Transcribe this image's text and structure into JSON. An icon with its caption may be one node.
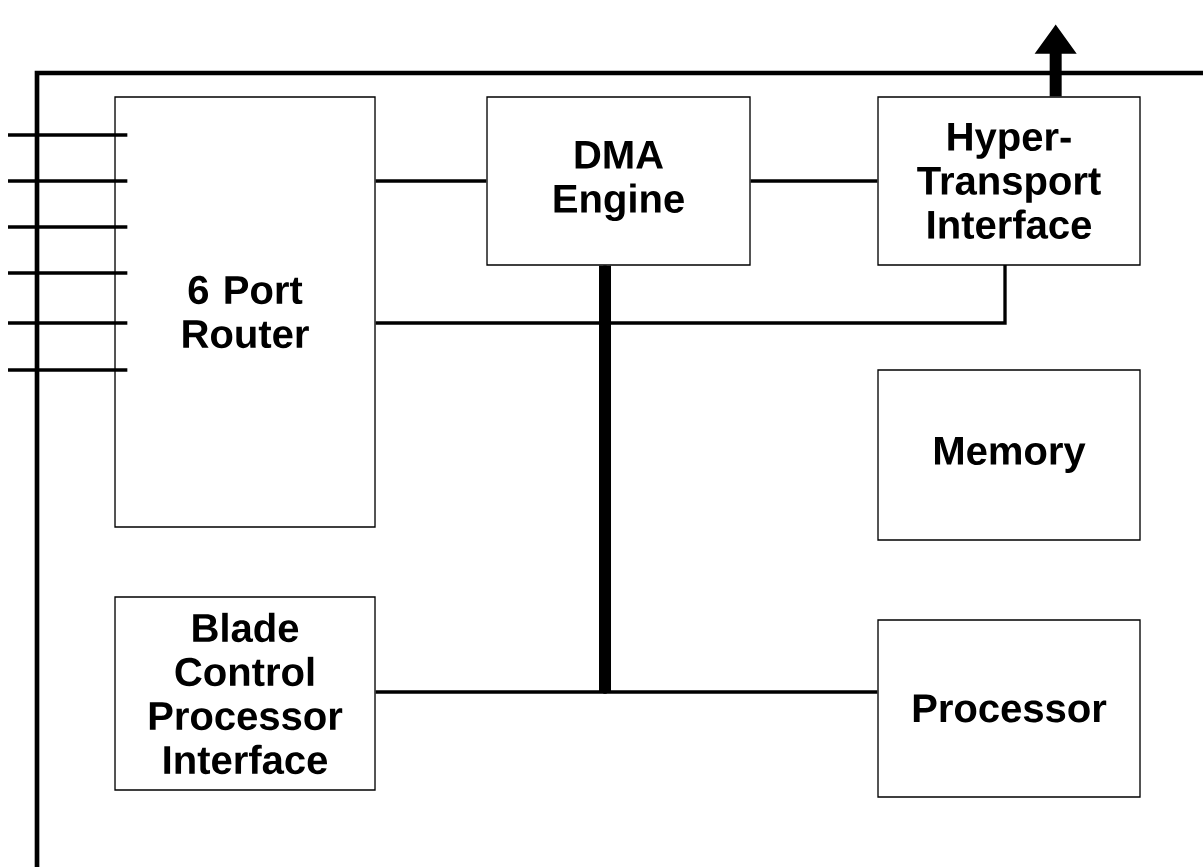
{
  "diagram": {
    "nodes": [
      {
        "text": [
          "6 Port Router"
        ]
      },
      {
        "text": [
          "DMA Engine"
        ]
      },
      {
        "text": [
          "Hyper-Transport Interface"
        ]
      },
      {
        "text": [
          "Memory"
        ]
      },
      {
        "text": [
          "Blade Control Processor Interface"
        ]
      },
      {
        "text": [
          "Processor"
        ]
      }
    ],
    "edges": [
      {
        "from": null,
        "to": 0,
        "arrow": "none"
      },
      {
        "from": null,
        "to": 0,
        "arrow": "none"
      },
      {
        "from": null,
        "to": 0,
        "arrow": "none"
      },
      {
        "from": null,
        "to": 0,
        "arrow": "none"
      },
      {
        "from": null,
        "to": 0,
        "arrow": "none"
      },
      {
        "from": null,
        "to": 0,
        "arrow": "none"
      },
      {
        "from": 0,
        "to": 1,
        "arrow": "none"
      },
      {
        "from": 1,
        "to": 2,
        "arrow": "none"
      },
      {
        "from": 0,
        "to": 2,
        "arrow": "none"
      },
      {
        "from": 1,
        "to": 4,
        "arrow": "none"
      },
      {
        "from": 1,
        "to": 5,
        "arrow": "none"
      },
      {
        "from": 2,
        "to": null,
        "arrow": "to",
        "style": "thick"
      }
    ]
  }
}
